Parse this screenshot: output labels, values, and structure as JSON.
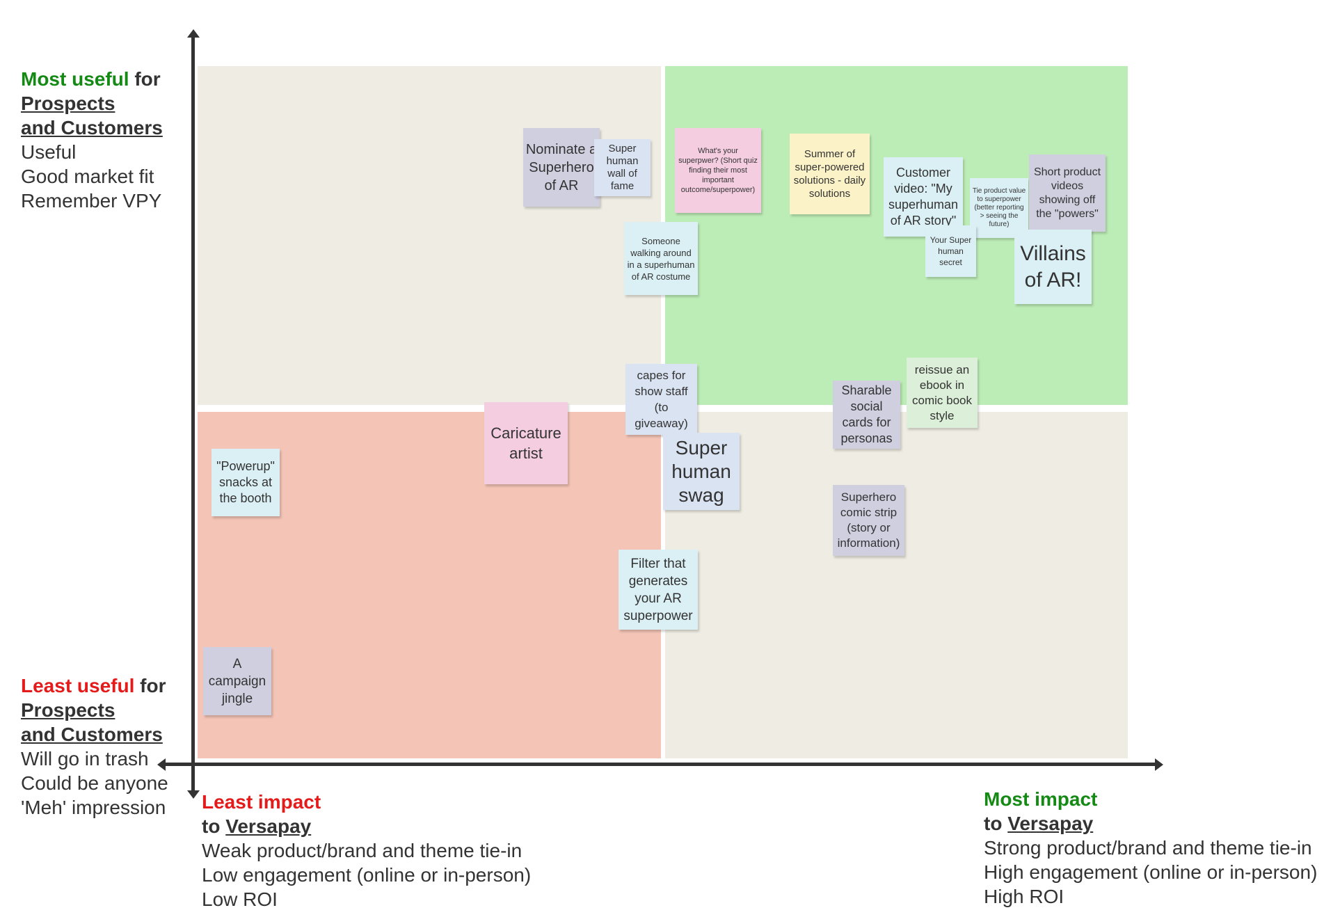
{
  "colors": {
    "quadrant_neutral": "#efede3",
    "quadrant_best": "#bdedb7",
    "quadrant_worst": "#f4c4b6",
    "axis": "#333333",
    "positive_text": "#148a14",
    "negative_text": "#e31b1b"
  },
  "y_axis": {
    "top": {
      "highlight": "Most useful",
      "for": "for",
      "line1": "Prospects",
      "line2": "and Customers",
      "details": [
        "Useful",
        "Good market fit",
        "Remember VPY"
      ]
    },
    "bottom": {
      "highlight": "Least useful",
      "for": "for",
      "line1": "Prospects",
      "line2": "and Customers",
      "details": [
        "Will go in trash",
        "Could be anyone",
        "'Meh' impression"
      ]
    }
  },
  "x_axis": {
    "left": {
      "highlight": "Least impact",
      "to": "to",
      "brand": "Versapay",
      "details": [
        "Weak product/brand and theme tie-in",
        "Low engagement (online or in-person)",
        "Low ROI"
      ]
    },
    "right": {
      "highlight": "Most impact",
      "to": "to",
      "brand": "Versapay",
      "details": [
        "Strong product/brand and theme tie-in",
        "High engagement (online or in-person)",
        "High ROI"
      ]
    }
  },
  "notes": [
    {
      "id": "nominate",
      "text": "Nominate a Superhero of AR"
    },
    {
      "id": "wall",
      "text": "Super human wall of fame"
    },
    {
      "id": "quiz",
      "text": "What's your superpwer? (Short quiz finding their most important outcome/superpower)"
    },
    {
      "id": "summer",
      "text": "Summer of super-powered solutions - daily solutions"
    },
    {
      "id": "customer-video",
      "text": "Customer video: \"My superhuman of AR story\""
    },
    {
      "id": "tie-product",
      "text": "Tie product value to superpower (better reporting > seeing the future)"
    },
    {
      "id": "short-videos",
      "text": "Short product videos showing off the \"powers\""
    },
    {
      "id": "secret",
      "text": "Your Super human secret"
    },
    {
      "id": "villains",
      "text": "Villains of AR!"
    },
    {
      "id": "costume",
      "text": "Someone walking around in a superhuman of AR costume"
    },
    {
      "id": "capes",
      "text": "capes for show staff (to giveaway)"
    },
    {
      "id": "ebook",
      "text": "reissue an ebook in comic book style"
    },
    {
      "id": "cards",
      "text": "Sharable social cards for personas"
    },
    {
      "id": "caricature",
      "text": "Caricature artist"
    },
    {
      "id": "swag",
      "text": "Super human swag"
    },
    {
      "id": "snacks",
      "text": "\"Powerup\" snacks at the booth"
    },
    {
      "id": "comic-strip",
      "text": "Superhero comic strip (story or information)"
    },
    {
      "id": "filter",
      "text": "Filter that generates your AR superpower"
    },
    {
      "id": "jingle",
      "text": "A campaign jingle"
    }
  ]
}
